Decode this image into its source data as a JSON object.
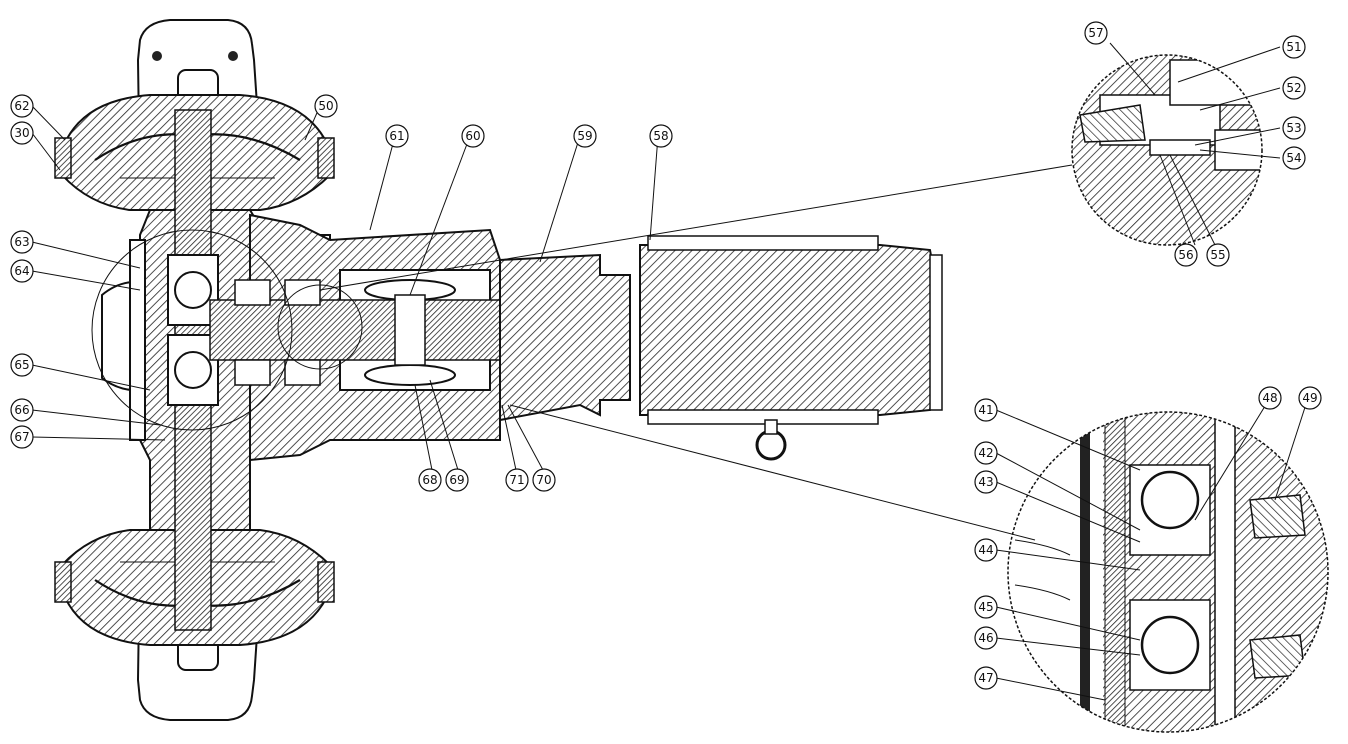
{
  "diagram": {
    "type": "exploded mechanical cross-section",
    "hatch_color": "#222222",
    "line_color": "#111111",
    "callouts_main": [
      "62",
      "30",
      "50",
      "61",
      "60",
      "59",
      "58",
      "63",
      "64",
      "65",
      "66",
      "67",
      "68",
      "69",
      "71",
      "70"
    ],
    "callouts_detail_top": [
      "57",
      "51",
      "52",
      "53",
      "54",
      "56",
      "55"
    ],
    "callouts_detail_bottom": [
      "41",
      "48",
      "49",
      "42",
      "43",
      "44",
      "45",
      "46",
      "47"
    ]
  }
}
